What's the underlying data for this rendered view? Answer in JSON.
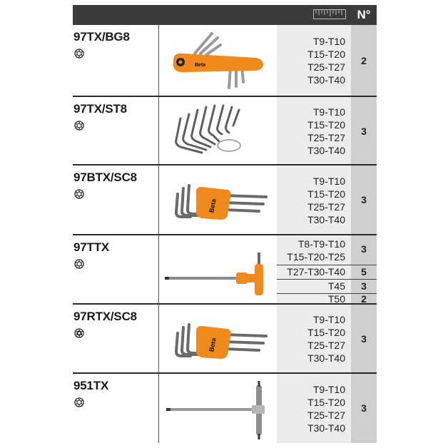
{
  "header": {
    "number_label": "N°",
    "ruler_icon": "ruler-icon"
  },
  "rows": [
    {
      "code": "97TX/BG8",
      "icon": "torx-icon",
      "tool": "folding-key-set",
      "tool_brand": "Beta",
      "sizes": [
        "T9-T10",
        "T15-T20",
        "T25-T27",
        "T30-T40"
      ],
      "qty": "2"
    },
    {
      "code": "97TX/ST8",
      "icon": "torx-icon",
      "tool": "key-set-on-ring",
      "sizes": [
        "T9-T10",
        "T15-T20",
        "T25-T27",
        "T30-T40"
      ],
      "qty": "3"
    },
    {
      "code": "97BTX/SC8",
      "icon": "torx-icon",
      "tool": "key-set-in-holder",
      "tool_brand": "Beta",
      "sizes": [
        "T9-T10",
        "T15-T20",
        "T25-T27",
        "T30-T40"
      ],
      "qty": "3"
    },
    {
      "code": "97TTX",
      "icon": "torx-icon",
      "tool": "t-handle-key",
      "sub_rows": [
        {
          "sizes": "T8-T9-T10",
          "qty": "3"
        },
        {
          "sizes": "T15-T20-T25",
          "qty": ""
        },
        {
          "sizes": "T27-T30-T40",
          "qty": "5"
        },
        {
          "sizes": "T45",
          "qty": "3"
        },
        {
          "sizes": "T50",
          "qty": "2"
        }
      ]
    },
    {
      "code": "97RTX/SC8",
      "icon": "tamper-torx-icon",
      "tool": "key-set-in-holder",
      "tool_brand": "Beta",
      "sizes": [
        "T9-T10",
        "T15-T20",
        "T25-T27",
        "T30-T40"
      ],
      "qty": "3"
    },
    {
      "code": "951TX",
      "icon": "torx-icon",
      "tool": "sliding-t-handle-wrench",
      "sizes": [
        "T9-T10",
        "T15-T20",
        "T25-T27",
        "T30-T40"
      ],
      "qty": "3"
    }
  ],
  "colors": {
    "header_bg": "#3a3a3a",
    "sizes_bg": "#ececec",
    "qty_bg": "#cfcfcf",
    "brand_orange": "#f08a1c"
  }
}
